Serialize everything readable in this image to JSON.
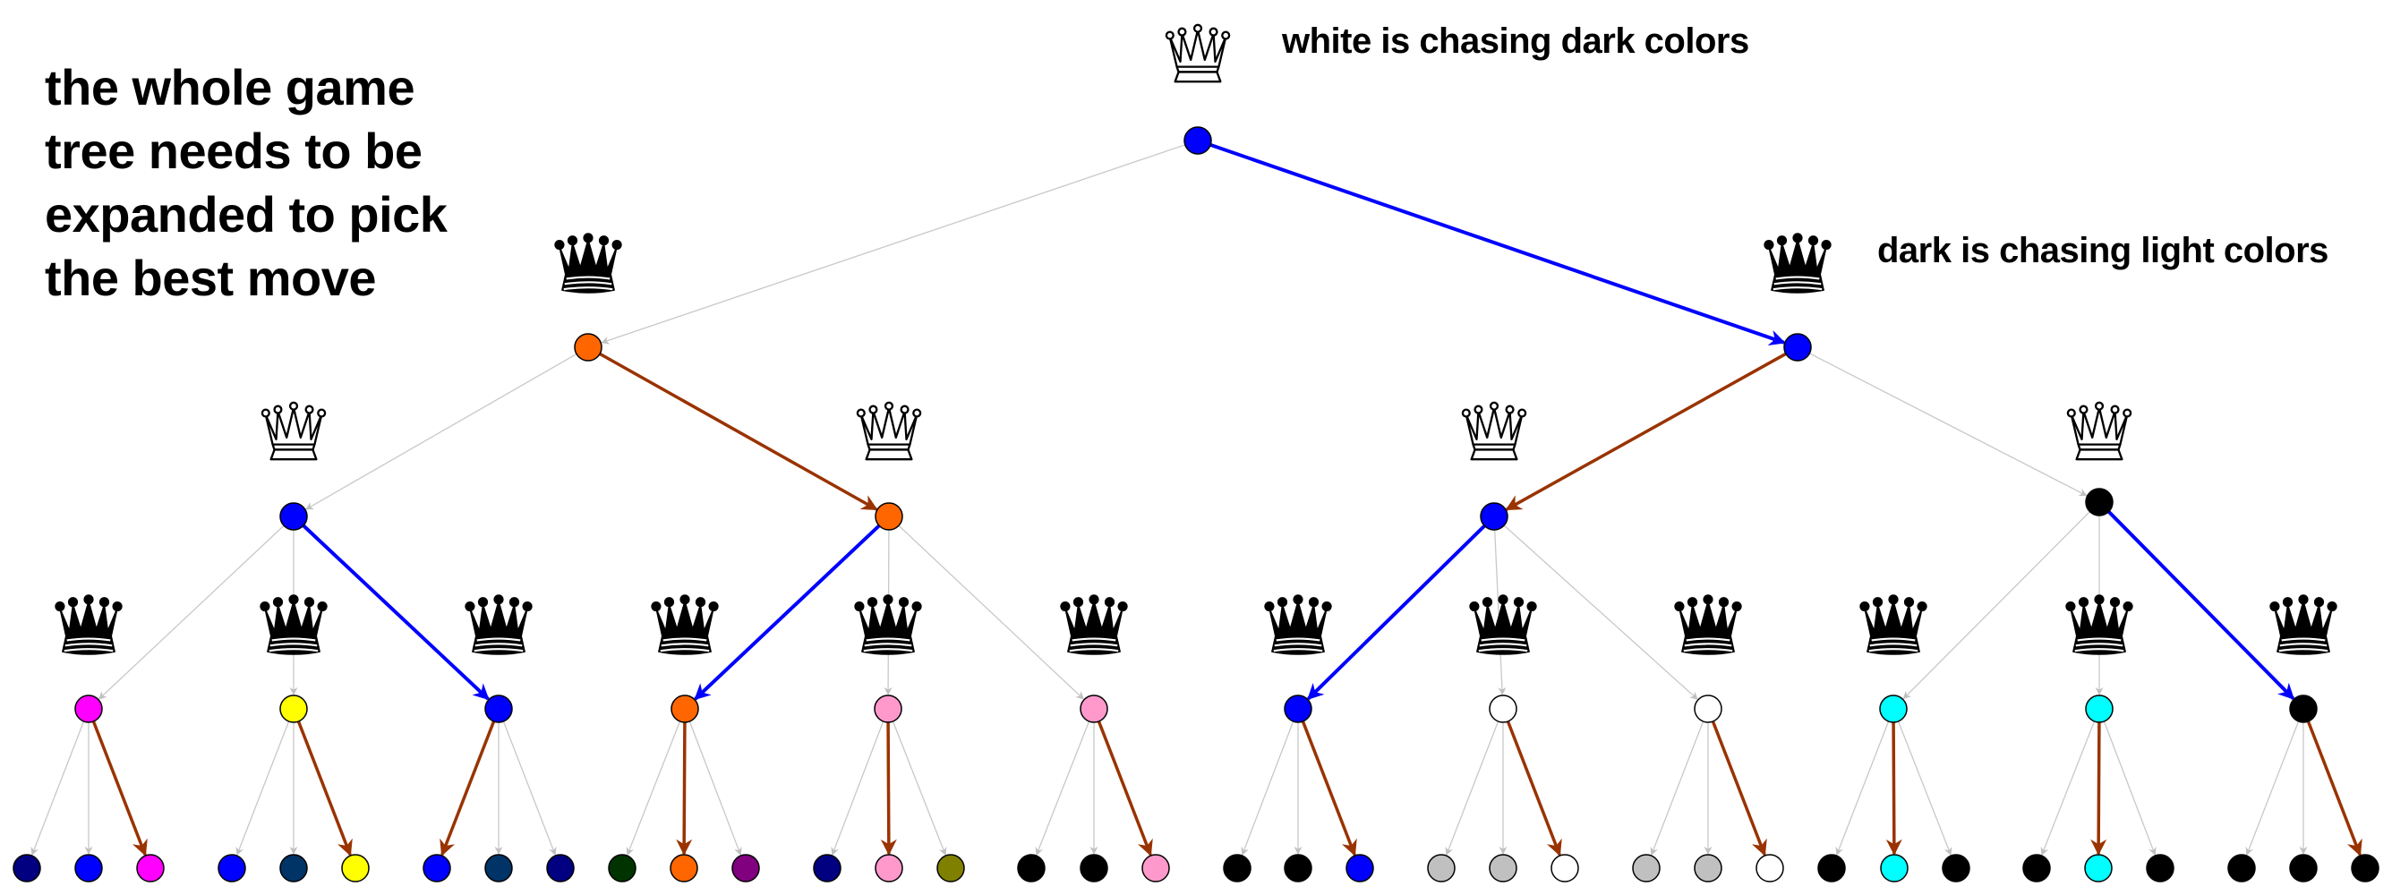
{
  "annotations": {
    "main_caption_lines": [
      "the whole game",
      "tree needs to be",
      "expanded to pick",
      "the best move"
    ],
    "white_label": "white is chasing dark colors",
    "dark_label": "dark is chasing light colors"
  },
  "colors": {
    "default_edge": "#c8c8c8",
    "white_move_edge": "#0000ff",
    "dark_move_edge": "#993300",
    "node_stroke": "#000000"
  },
  "tree": {
    "root": {
      "color": "#0000ff",
      "queen": "white",
      "children": [
        {
          "color": "#ff6600",
          "queen": "black",
          "chosen": false,
          "children": [
            {
              "color": "#0000ff",
              "queen": "white",
              "chosen": false,
              "children": [
                {
                  "color": "#ff00ff",
                  "queen": "black",
                  "chosen": false,
                  "children": [
                    {
                      "color": "#000080"
                    },
                    {
                      "color": "#0000ff"
                    },
                    {
                      "color": "#ff00ff",
                      "chosen": true
                    }
                  ]
                },
                {
                  "color": "#ffff00",
                  "queen": "black",
                  "chosen": false,
                  "children": [
                    {
                      "color": "#0000ff"
                    },
                    {
                      "color": "#003366"
                    },
                    {
                      "color": "#ffff00",
                      "chosen": true
                    }
                  ]
                },
                {
                  "color": "#0000ff",
                  "queen": "black",
                  "chosen": true,
                  "children": [
                    {
                      "color": "#0000ff",
                      "chosen": true
                    },
                    {
                      "color": "#003366"
                    },
                    {
                      "color": "#000080"
                    }
                  ]
                }
              ]
            },
            {
              "color": "#ff6600",
              "queen": "white",
              "chosen": true,
              "children": [
                {
                  "color": "#ff6600",
                  "queen": "black",
                  "chosen": true,
                  "children": [
                    {
                      "color": "#003300"
                    },
                    {
                      "color": "#ff6600",
                      "chosen": true
                    },
                    {
                      "color": "#800080"
                    }
                  ]
                },
                {
                  "color": "#ff99cc",
                  "queen": "black",
                  "chosen": false,
                  "children": [
                    {
                      "color": "#000080"
                    },
                    {
                      "color": "#ff99cc",
                      "chosen": true
                    },
                    {
                      "color": "#808000"
                    }
                  ]
                },
                {
                  "color": "#ff99cc",
                  "queen": "black",
                  "chosen": false,
                  "children": [
                    {
                      "color": "#000000"
                    },
                    {
                      "color": "#000000"
                    },
                    {
                      "color": "#ff99cc",
                      "chosen": true
                    }
                  ]
                }
              ]
            }
          ]
        },
        {
          "color": "#0000ff",
          "queen": "black",
          "chosen": true,
          "children": [
            {
              "color": "#0000ff",
              "queen": "white",
              "chosen": true,
              "children": [
                {
                  "color": "#0000ff",
                  "queen": "black",
                  "chosen": true,
                  "children": [
                    {
                      "color": "#000000"
                    },
                    {
                      "color": "#000000"
                    },
                    {
                      "color": "#0000ff",
                      "chosen": true
                    }
                  ]
                },
                {
                  "color": "#ffffff",
                  "queen": "black",
                  "chosen": false,
                  "children": [
                    {
                      "color": "#c0c0c0"
                    },
                    {
                      "color": "#c0c0c0"
                    },
                    {
                      "color": "#ffffff",
                      "chosen": true
                    }
                  ]
                },
                {
                  "color": "#ffffff",
                  "queen": "black",
                  "chosen": false,
                  "children": [
                    {
                      "color": "#c0c0c0"
                    },
                    {
                      "color": "#c0c0c0"
                    },
                    {
                      "color": "#ffffff",
                      "chosen": true
                    }
                  ]
                }
              ]
            },
            {
              "color": "#000000",
              "queen": "white",
              "chosen": false,
              "children": [
                {
                  "color": "#00ffff",
                  "queen": "black",
                  "chosen": false,
                  "children": [
                    {
                      "color": "#000000"
                    },
                    {
                      "color": "#00ffff",
                      "chosen": true
                    },
                    {
                      "color": "#000000"
                    }
                  ]
                },
                {
                  "color": "#00ffff",
                  "queen": "black",
                  "chosen": false,
                  "children": [
                    {
                      "color": "#000000"
                    },
                    {
                      "color": "#00ffff",
                      "chosen": true
                    },
                    {
                      "color": "#000000"
                    }
                  ]
                },
                {
                  "color": "#000000",
                  "queen": "black",
                  "chosen": true,
                  "children": [
                    {
                      "color": "#000000"
                    },
                    {
                      "color": "#000000"
                    },
                    {
                      "color": "#000000",
                      "chosen": true
                    }
                  ]
                }
              ]
            }
          ]
        }
      ]
    }
  }
}
